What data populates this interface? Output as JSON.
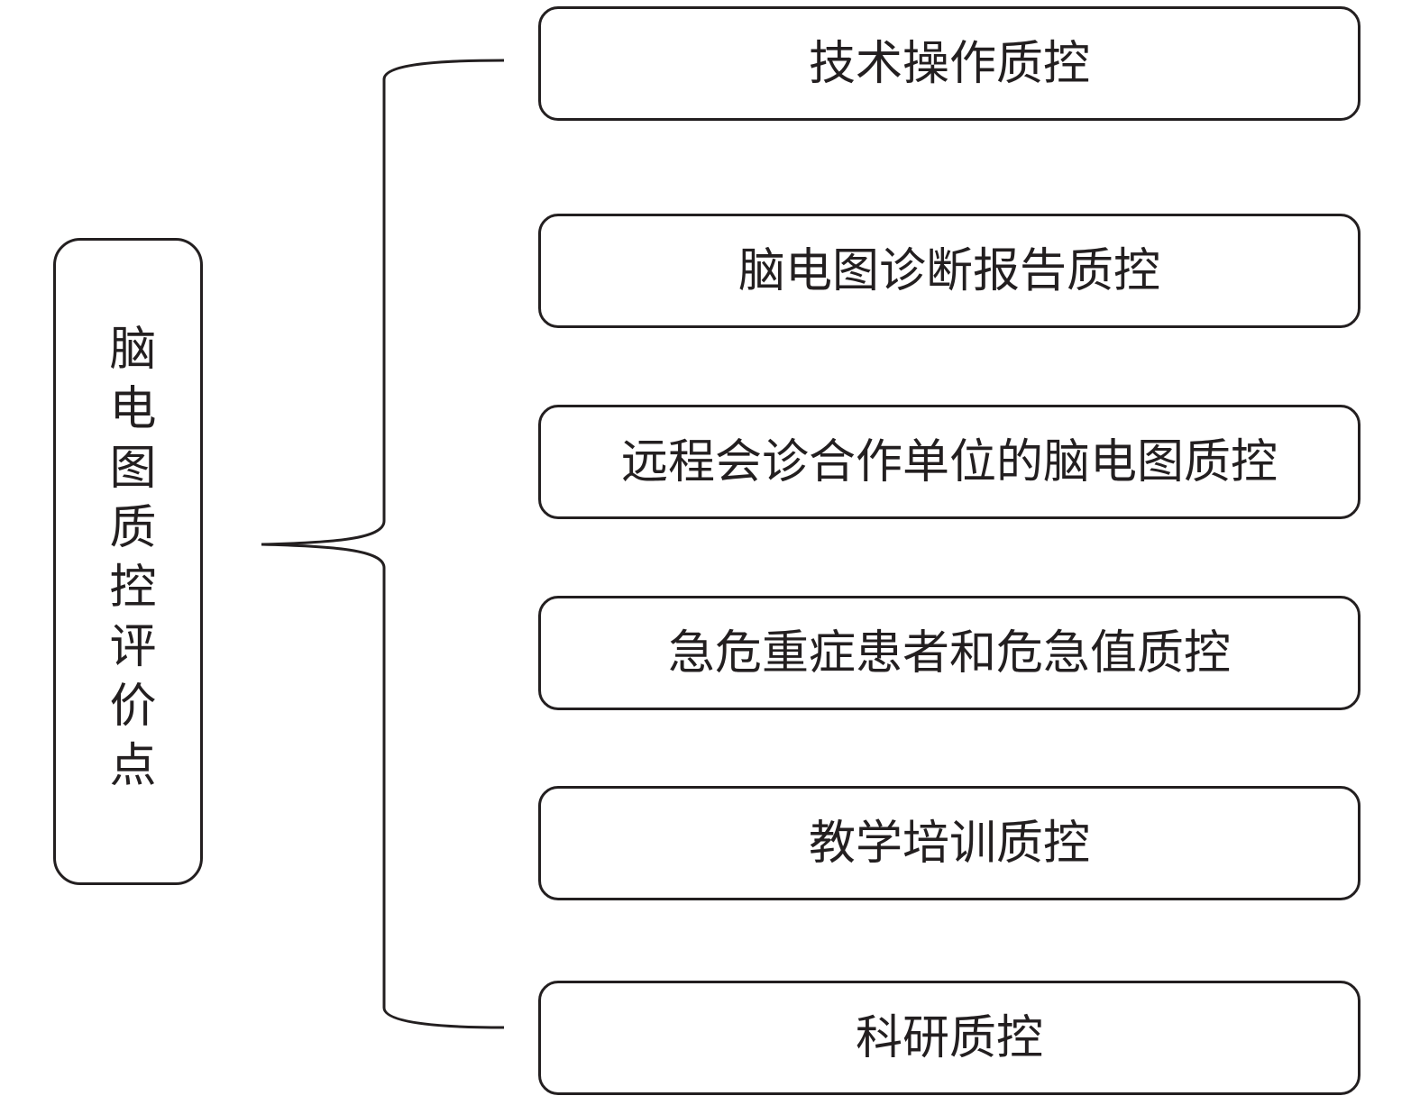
{
  "root": {
    "label": "脑电图质控评价点"
  },
  "children": [
    {
      "label": "技术操作质控"
    },
    {
      "label": "脑电图诊断报告质控"
    },
    {
      "label": "远程会诊合作单位的脑电图质控"
    },
    {
      "label": "急危重症患者和危急值质控"
    },
    {
      "label": "教学培训质控"
    },
    {
      "label": "科研质控"
    }
  ]
}
